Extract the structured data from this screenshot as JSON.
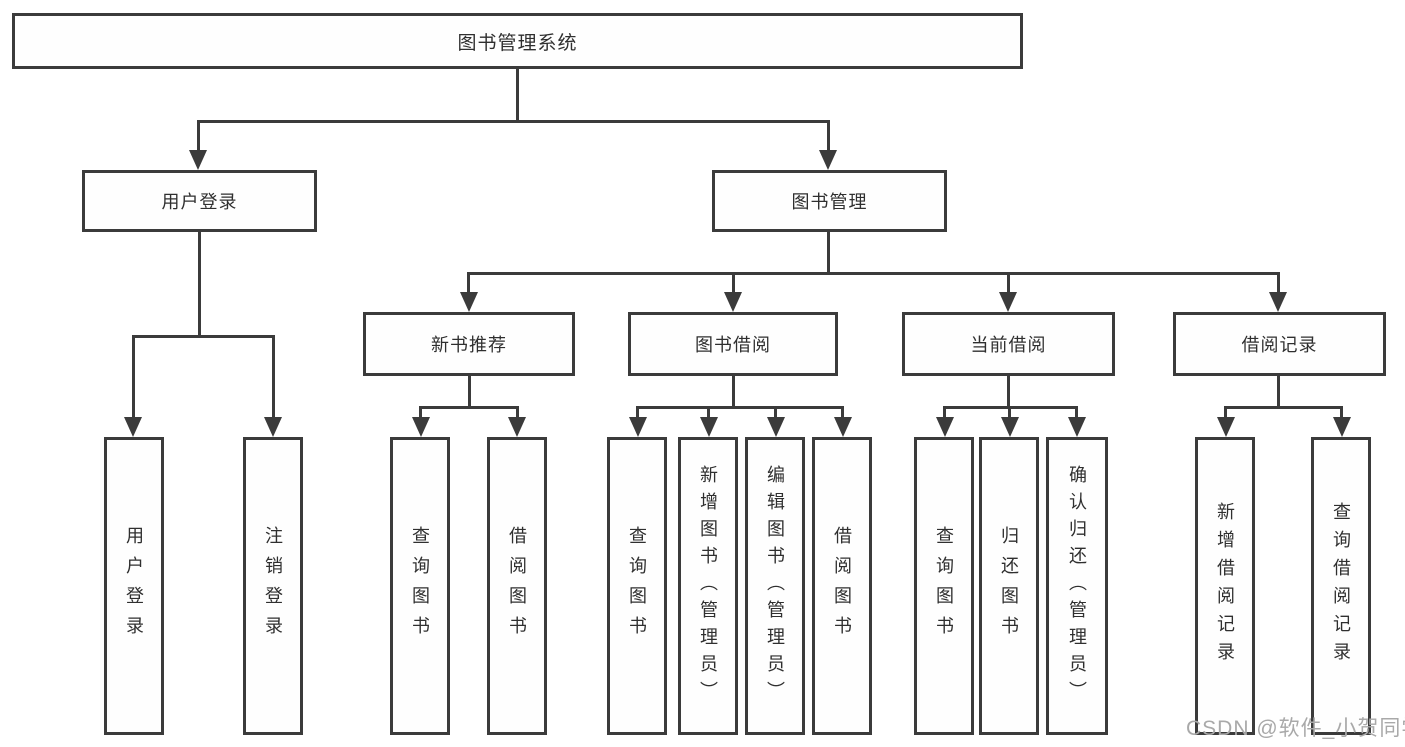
{
  "tree": {
    "root": "图书管理系统",
    "children": [
      {
        "label": "用户登录",
        "children": [
          "用户登录",
          "注销登录"
        ]
      },
      {
        "label": "图书管理",
        "children": [
          {
            "label": "新书推荐",
            "children": [
              "查询图书",
              "借阅图书"
            ]
          },
          {
            "label": "图书借阅",
            "children": [
              "查询图书",
              "新增图书（管理员）",
              "编辑图书（管理员）",
              "借阅图书"
            ]
          },
          {
            "label": "当前借阅",
            "children": [
              "查询图书",
              "归还图书",
              "确认归还（管理员）"
            ]
          },
          {
            "label": "借阅记录",
            "children": [
              "新增借阅记录",
              "查询借阅记录"
            ]
          }
        ]
      }
    ]
  },
  "colors": {
    "line": "#3b3b3b",
    "text": "#2f2f2f",
    "watermark_text_color": "#a9a9a9"
  },
  "watermark": "CSDN @软件_小贺同学"
}
